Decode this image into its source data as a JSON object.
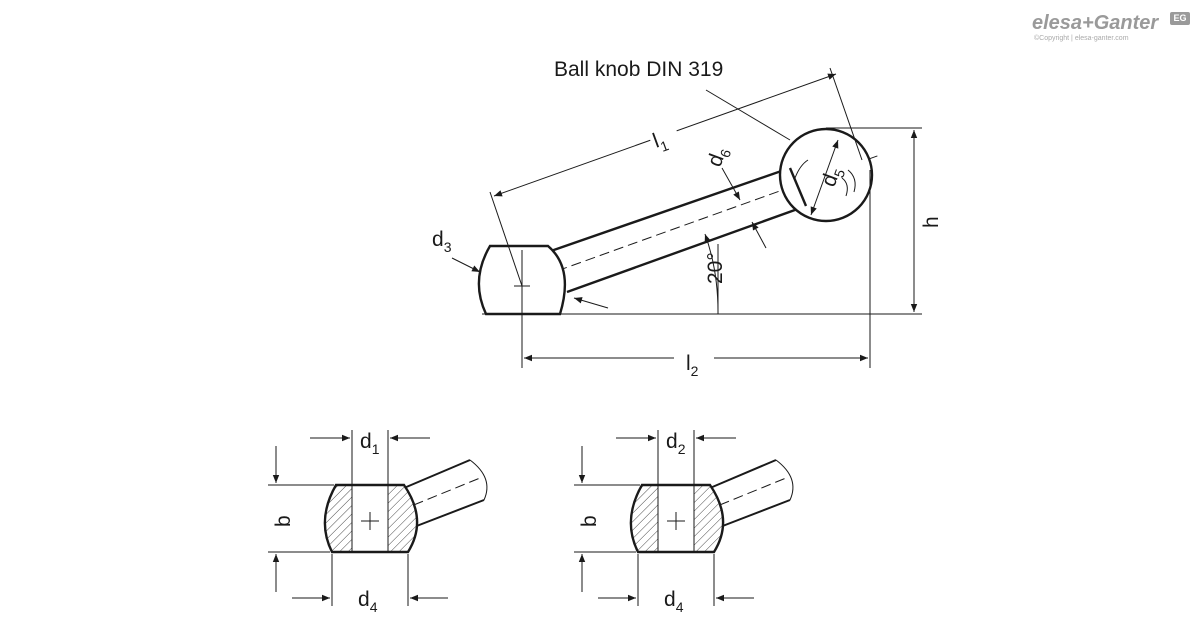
{
  "logo": {
    "brand": "elesa+Ganter",
    "badge": "EG",
    "copyright": "©Copyright | elesa-ganter.com"
  },
  "main_view": {
    "callout": "Ball knob DIN 319",
    "l1": "l",
    "l1_sub": "1",
    "l2": "l",
    "l2_sub": "2",
    "h": "h",
    "d3": "d",
    "d3_sub": "3",
    "d5": "d",
    "d5_sub": "5",
    "d6": "d",
    "d6_sub": "6",
    "angle": "20°"
  },
  "detail_left": {
    "d1": "d",
    "d1_sub": "1",
    "d4": "d",
    "d4_sub": "4",
    "b": "b"
  },
  "detail_right": {
    "d2": "d",
    "d2_sub": "2",
    "d4": "d",
    "d4_sub": "4",
    "b": "b"
  }
}
